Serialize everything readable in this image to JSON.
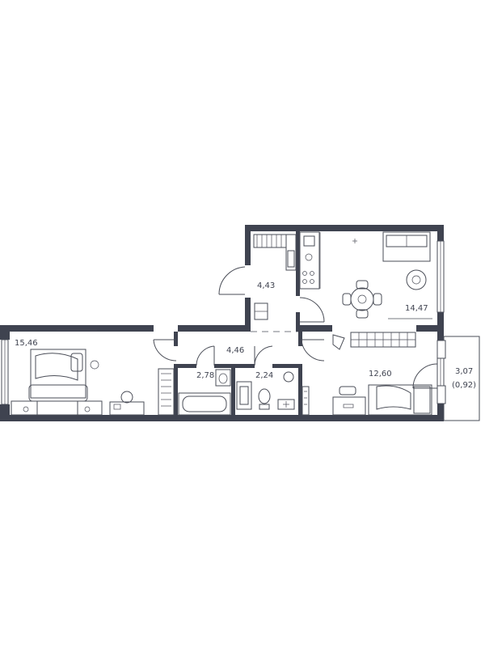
{
  "rooms": [
    {
      "id": "hall-upper",
      "area": "4,43"
    },
    {
      "id": "kitchen-living",
      "area": "14,47"
    },
    {
      "id": "bedroom-left",
      "area": "15,46"
    },
    {
      "id": "corridor",
      "area": "4,46"
    },
    {
      "id": "bathroom",
      "area": "2,78"
    },
    {
      "id": "wc",
      "area": "2,24"
    },
    {
      "id": "bedroom-right",
      "area": "12,60"
    },
    {
      "id": "balcony",
      "area": "3,07",
      "area_reduced": "(0,92)"
    }
  ],
  "colors": {
    "wall": "#3f4350",
    "line": "#4a4d57",
    "background": "#ffffff"
  }
}
